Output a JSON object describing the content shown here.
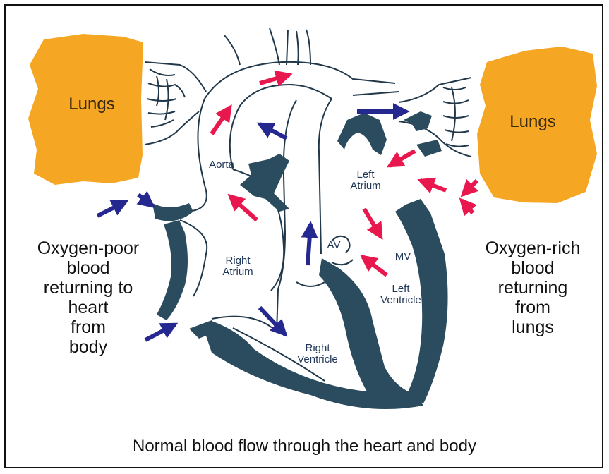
{
  "colors": {
    "lungs": "#f5a623",
    "wall": "#2b4b5e",
    "outline": "#20384a",
    "oxygen_rich_arrow": "#e8174e",
    "oxygen_poor_arrow": "#25288f"
  },
  "lungs": {
    "left": "Lungs",
    "right": "Lungs"
  },
  "labels": {
    "aorta": "Aorta",
    "left_atrium": "Left\nAtrium",
    "right_atrium": "Right\nAtrium",
    "av": "AV",
    "mv": "MV",
    "left_ventricle": "Left\nVentricle",
    "right_ventricle": "Right\nVentricle"
  },
  "side_text": {
    "left": "Oxygen-poor\nblood\nreturning to\nheart\nfrom\nbody",
    "right": "Oxygen-rich\nblood\nreturning\nfrom\nlungs"
  },
  "caption": "Normal blood flow through the heart and body"
}
